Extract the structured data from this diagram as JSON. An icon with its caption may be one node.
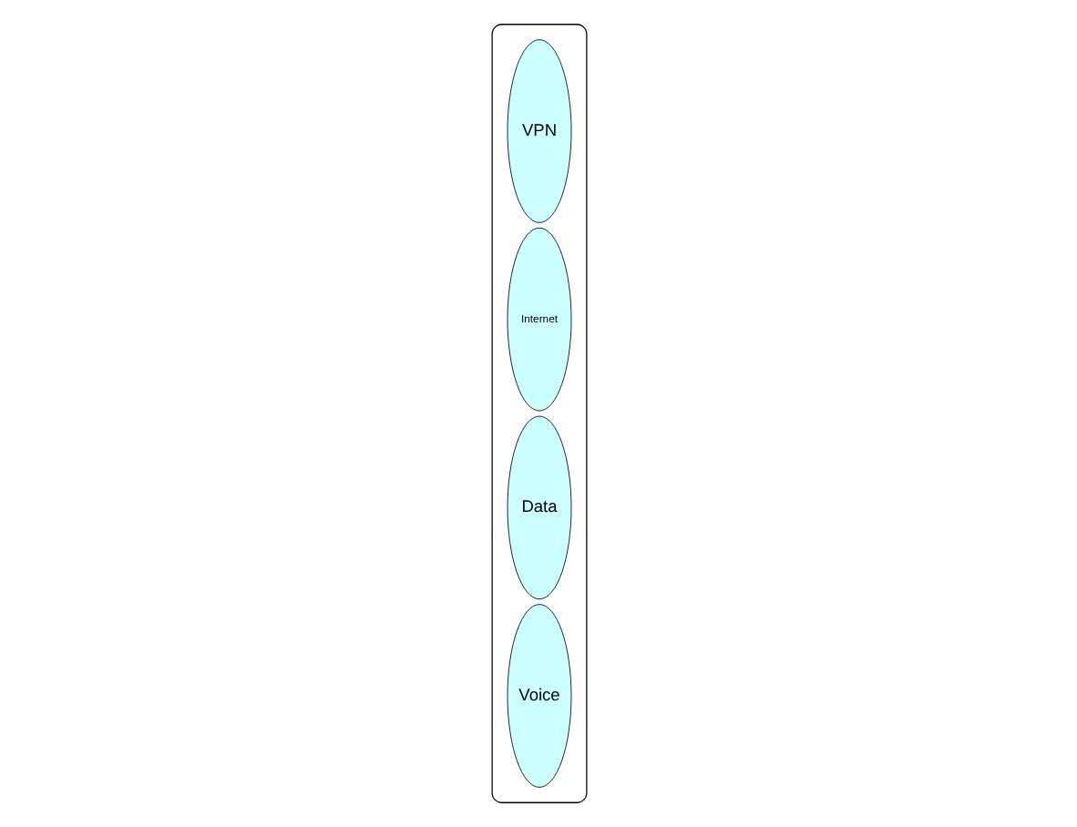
{
  "diagram": {
    "nodes": [
      {
        "text": [],
        "shape": "box"
      },
      {
        "text": [
          "Voice"
        ],
        "in": 0
      },
      {
        "text": [
          "Data"
        ],
        "in": 0
      },
      {
        "text": [
          "Internet"
        ],
        "in": 0
      },
      {
        "text": [
          "VPN"
        ],
        "in": 0
      }
    ]
  }
}
